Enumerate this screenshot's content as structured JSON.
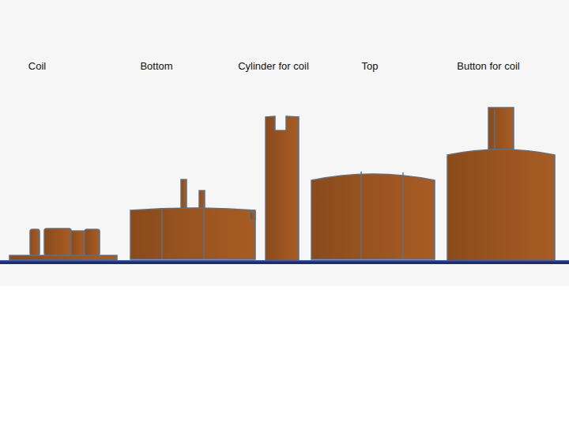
{
  "diagram": {
    "labels": [
      "Coil",
      "Bottom",
      "Cylinder for coil",
      "Top",
      "Button for coil"
    ]
  }
}
